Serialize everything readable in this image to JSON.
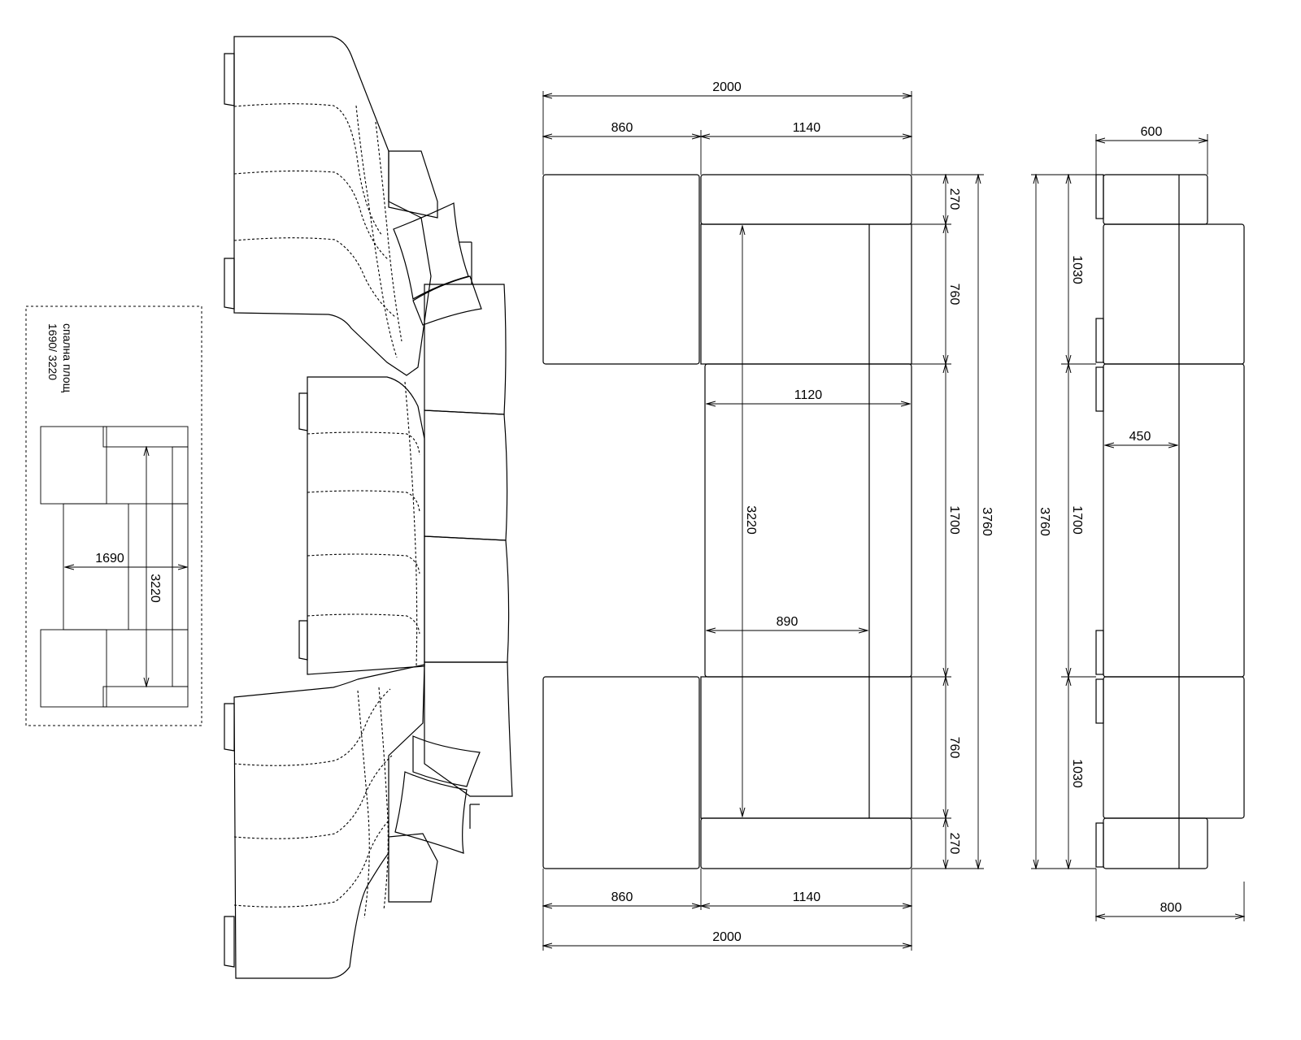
{
  "inset": {
    "caption_line1": "спална площ",
    "caption_line2": "1690/ 3220",
    "width": "1690",
    "length": "3220"
  },
  "plan": {
    "top_total": "2000",
    "top_left": "860",
    "top_right": "1140",
    "bottom_total": "2000",
    "bottom_left": "860",
    "bottom_right": "1140",
    "inner_width_upper": "1120",
    "inner_width_lower": "890",
    "inner_length": "3220",
    "right_seg_1": "270",
    "right_seg_2": "760",
    "right_seg_3": "1700",
    "right_seg_4": "760",
    "right_seg_5": "270",
    "overall_length": "3760"
  },
  "side": {
    "top_width": "600",
    "bottom_width": "800",
    "seat_depth": "450",
    "overall_length": "3760",
    "seg_1": "1030",
    "seg_2": "1700",
    "seg_3": "1030"
  }
}
